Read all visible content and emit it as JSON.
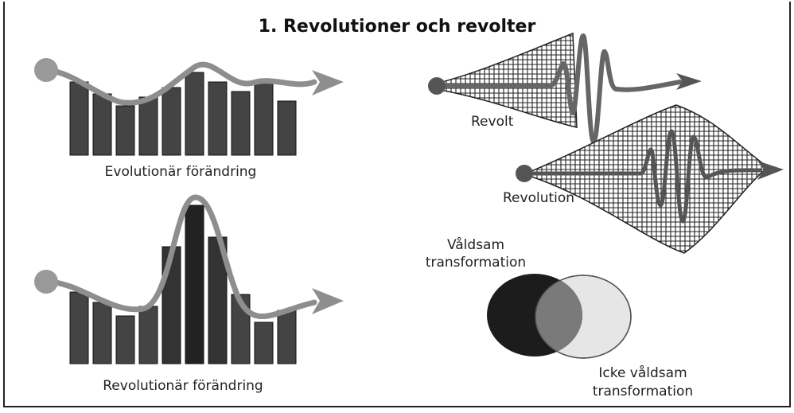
{
  "title": "1. Revolutioner och revolter",
  "labels": {
    "evolution": "Evolutionär förändring",
    "revolution_change": "Revolutionär förändring",
    "revolt": "Revolt",
    "revolution": "Revolution",
    "violent": [
      "Våldsam",
      "transformation"
    ],
    "nonviolent": [
      "Icke våldsam",
      "transformation"
    ]
  },
  "colors": {
    "bar": "#444444",
    "curve": "#8e8e8e",
    "dark_circle": "#1c1c1c",
    "overlap": "#7a7a7a",
    "light_circle": "#e6e6e6"
  }
}
